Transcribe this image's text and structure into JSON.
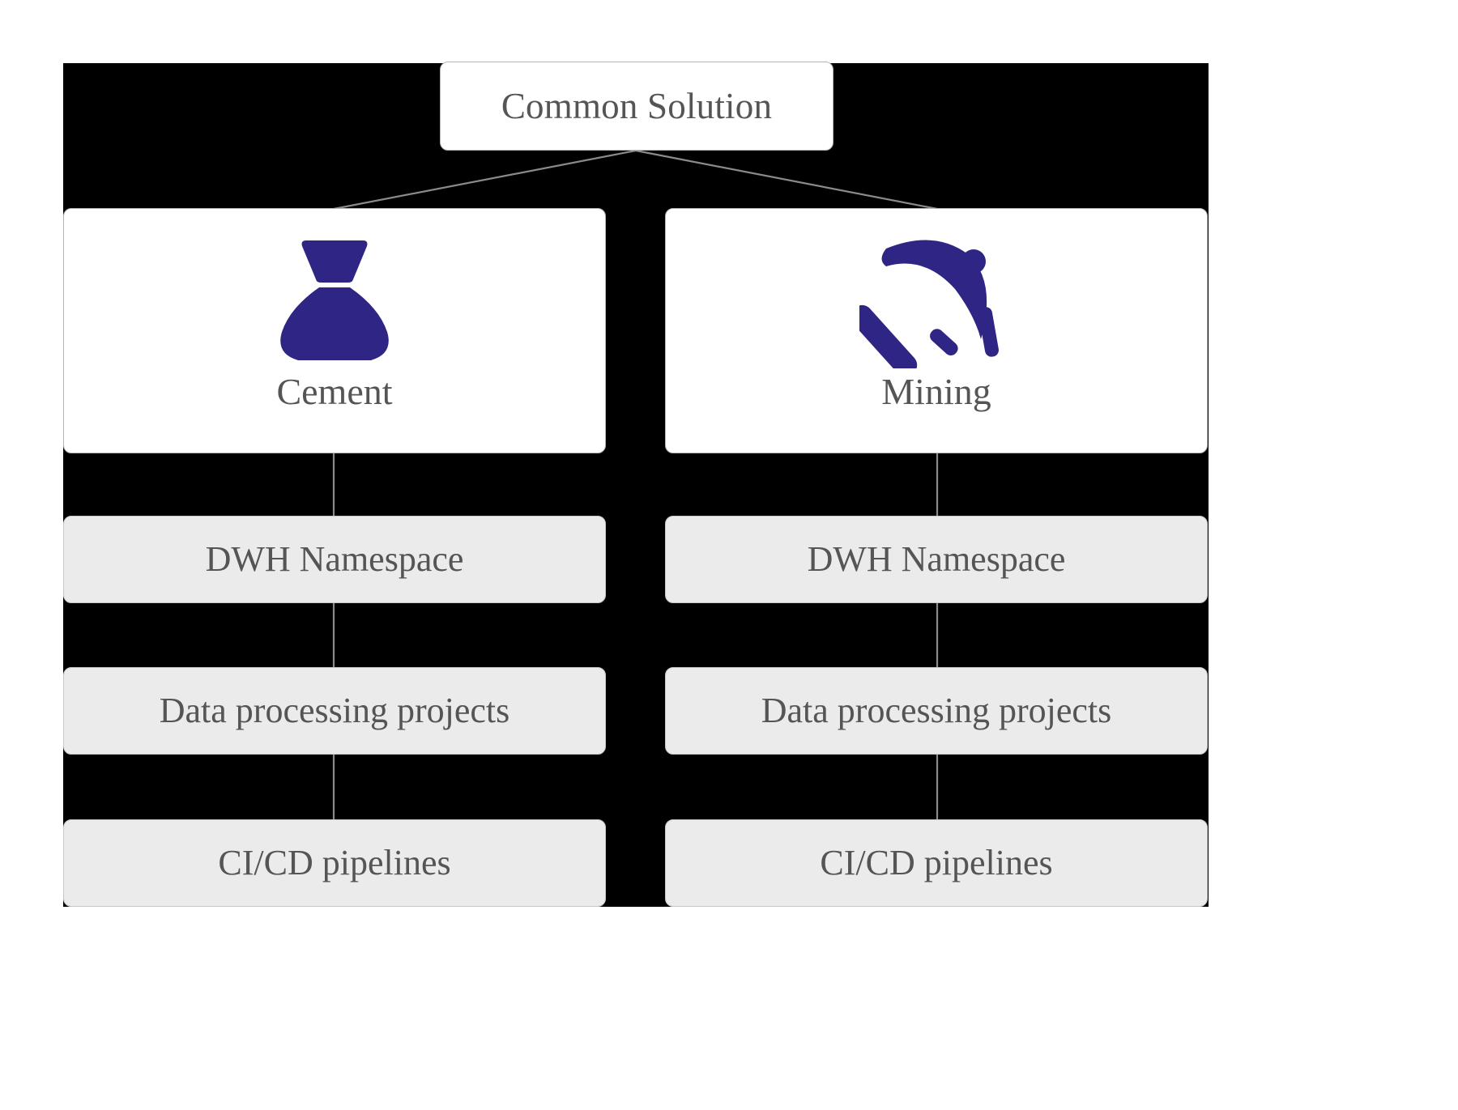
{
  "diagram": {
    "root": {
      "label": "Common Solution"
    },
    "columns": [
      {
        "id": "cement",
        "label": "Cement",
        "icon": "cement-bag-icon",
        "rows": [
          {
            "label": "DWH Namespace"
          },
          {
            "label": "Data processing projects"
          },
          {
            "label": "CI/CD pipelines"
          }
        ]
      },
      {
        "id": "mining",
        "label": "Mining",
        "icon": "pickaxe-icon",
        "rows": [
          {
            "label": "DWH Namespace"
          },
          {
            "label": "Data processing projects"
          },
          {
            "label": "CI/CD pipelines"
          }
        ]
      }
    ],
    "colors": {
      "icon": "#2E2585",
      "text": "#555555",
      "backdrop": "#000000",
      "card_fill": "#ffffff",
      "row_fill": "#ebebeb",
      "connector": "#8a8a8a"
    }
  }
}
